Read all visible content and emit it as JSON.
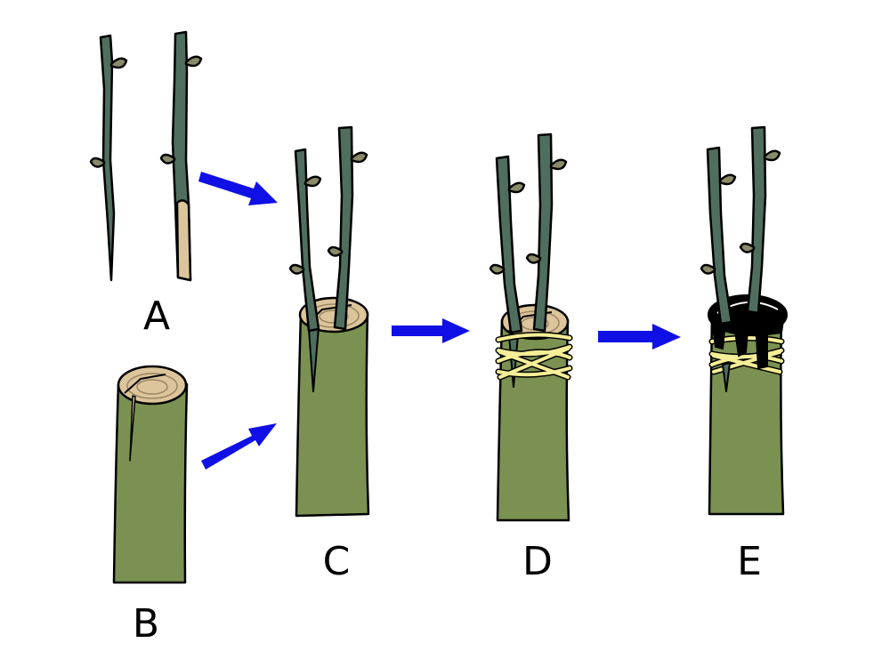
{
  "labels": {
    "a": "A",
    "b": "B",
    "c": "C",
    "d": "D",
    "e": "E"
  },
  "colors": {
    "scion": "#4f6e5e",
    "bark": "#7b9152",
    "wood": "#dcc59b",
    "bud": "#8a8a6a",
    "twine": "#f4ee96",
    "wax": "#000000",
    "arrow": "#1010e6",
    "outline": "#000000"
  }
}
